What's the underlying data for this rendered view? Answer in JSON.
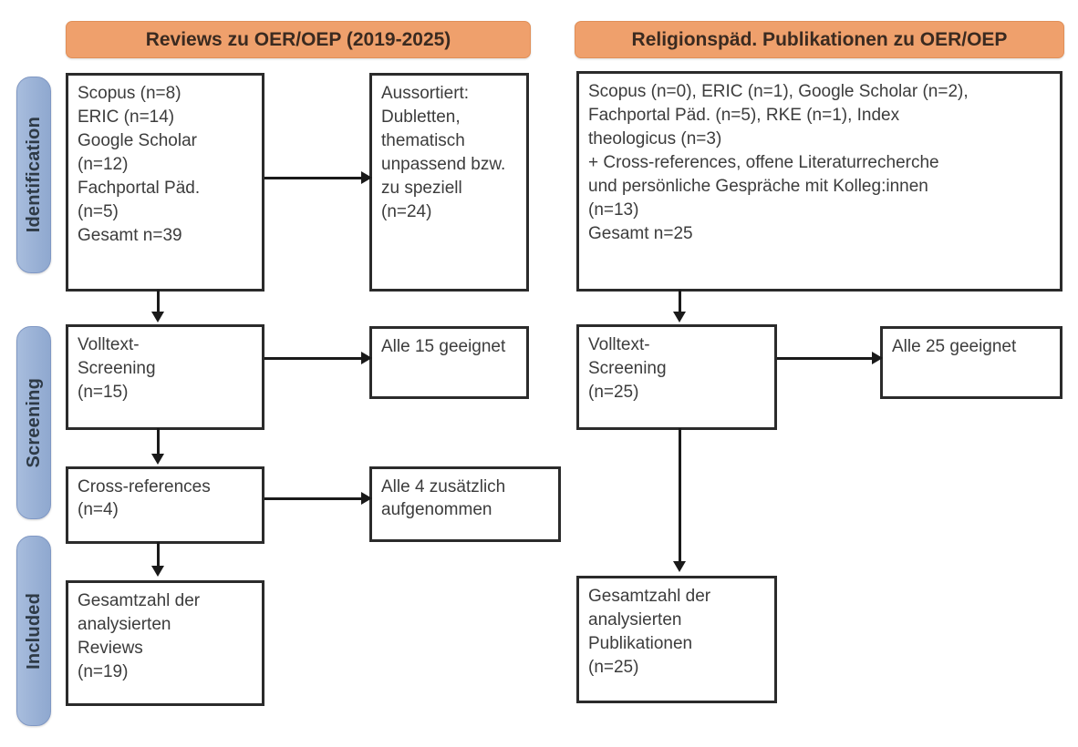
{
  "figure": {
    "type": "prisma-flow-diagram",
    "language": "de",
    "colors": {
      "header_bar": "#EFA06C",
      "stage_pill": "#9CB3D7",
      "box_border": "#2B2B2B",
      "text": "#3C3C3C",
      "connector": "#1A1A1A",
      "background": "#FFFFFF"
    }
  },
  "stages": [
    {
      "label": "Identification"
    },
    {
      "label": "Screening"
    },
    {
      "label": "Included"
    }
  ],
  "columns": [
    {
      "header": "Reviews zu OER/OEP (2019-2025)",
      "boxes": {
        "identification_sources": "Scopus (n=8)\nERIC (n=14)\nGoogle Scholar\n(n=12)\nFachportal Päd.\n(n=5)\nGesamt n=39",
        "excluded": "Aussortiert:\nDubletten,\nthematisch\nunpassend bzw.\nzu speziell\n(n=24)",
        "fulltext_screening": "Volltext-\nScreening\n(n=15)",
        "fulltext_result": "Alle 15 geeignet",
        "cross_references": "Cross-references\n(n=4)",
        "cross_references_result": "Alle 4 zusätzlich\naufgenommen",
        "included_total": "Gesamtzahl der\nanalysierten\nReviews\n(n=19)"
      }
    },
    {
      "header": "Religionspäd. Publikationen zu OER/OEP",
      "boxes": {
        "identification_sources": "Scopus (n=0), ERIC (n=1), Google Scholar (n=2),\nFachportal Päd. (n=5), RKE (n=1), Index\ntheologicus (n=3)\n+ Cross-references, offene Literaturrecherche\nund persönliche Gespräche mit Kolleg:innen\n(n=13)\nGesamt n=25",
        "fulltext_screening": "Volltext-\nScreening\n(n=25)",
        "fulltext_result": "Alle 25 geeignet",
        "included_total": "Gesamtzahl der\nanalysierten\nPublikationen\n(n=25)"
      }
    }
  ],
  "counts": {
    "left_scopus": 8,
    "left_eric": 14,
    "left_google_scholar": 12,
    "left_fachportal": 5,
    "left_total_identified": 39,
    "left_excluded": 24,
    "left_fulltext_screened": 15,
    "left_fulltext_eligible": 15,
    "left_cross_references": 4,
    "left_cross_references_added": 4,
    "left_included": 19,
    "right_scopus": 0,
    "right_eric": 1,
    "right_google_scholar": 2,
    "right_fachportal": 5,
    "right_rke": 1,
    "right_index_theologicus": 3,
    "right_other_sources": 13,
    "right_total_identified": 25,
    "right_fulltext_screened": 25,
    "right_fulltext_eligible": 25,
    "right_included": 25
  }
}
